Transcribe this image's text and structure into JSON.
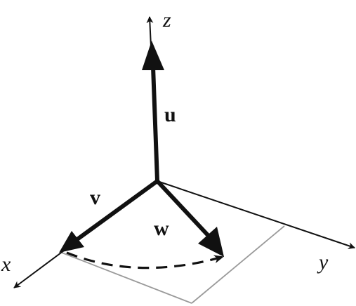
{
  "axes": {
    "x": "x",
    "y": "y",
    "z": "z"
  },
  "vectors": {
    "u": "u",
    "v": "v",
    "w": "w"
  },
  "colors": {
    "ink": "#111111",
    "projection": "#9a9a9a"
  }
}
